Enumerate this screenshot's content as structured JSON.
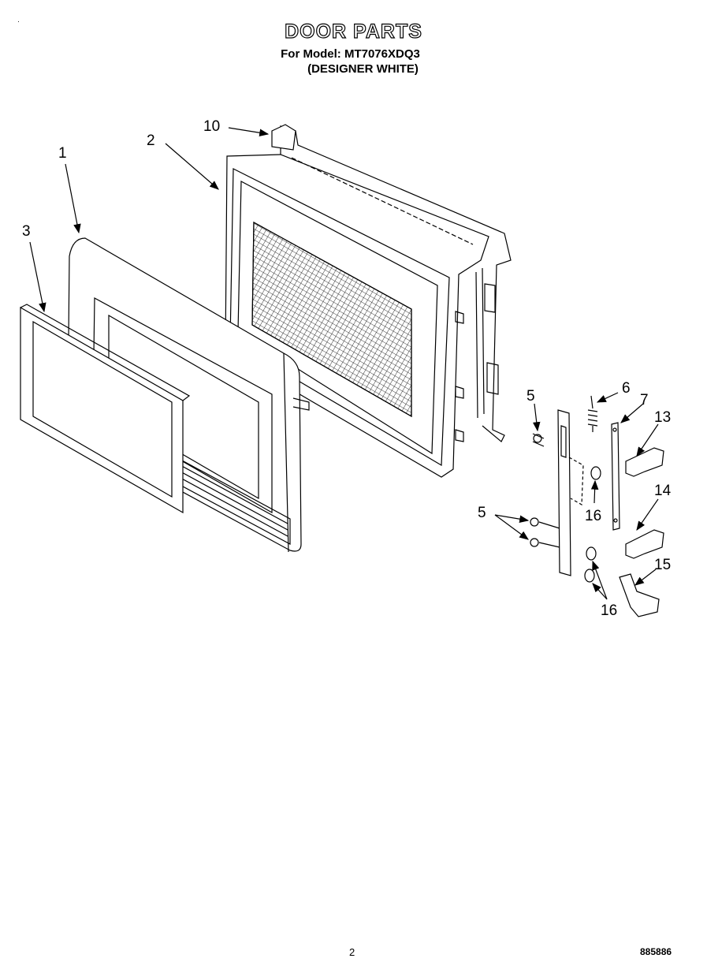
{
  "header": {
    "title": "DOOR PARTS",
    "model_line": "For Model: MT7076XDQ3",
    "variant_line": "(DESIGNER WHITE)"
  },
  "footer": {
    "page_number": "2",
    "doc_code": "885886"
  },
  "callouts": {
    "c1": "1",
    "c2": "2",
    "c3": "3",
    "c5a": "5",
    "c5b": "5",
    "c6": "6",
    "c7": "7",
    "c10": "10",
    "c13": "13",
    "c14": "14",
    "c15": "15",
    "c16a": "16",
    "c16b": "16"
  }
}
